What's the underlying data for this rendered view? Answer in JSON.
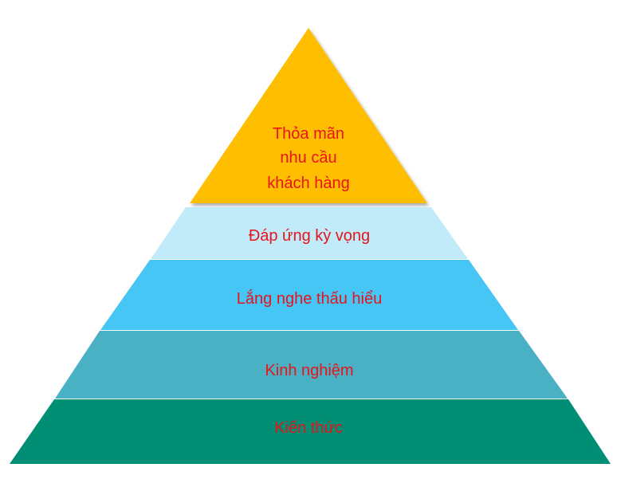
{
  "diagram": {
    "type": "pyramid",
    "text_color": "#e8131b",
    "tiers": [
      {
        "lines": [
          "Thỏa mãn",
          "nhu cầu",
          "khách hàng"
        ],
        "color": "#ffbf00"
      },
      {
        "lines": [
          "Đáp ứng kỳ vọng"
        ],
        "color": "#c1ebf8"
      },
      {
        "lines": [
          "Lắng nghe thấu hiểu"
        ],
        "color": "#45c6f4"
      },
      {
        "lines": [
          "Kinh nghiệm"
        ],
        "color": "#4ab0c4"
      },
      {
        "lines": [
          "Kiến thức"
        ],
        "color": "#008e74"
      }
    ]
  }
}
